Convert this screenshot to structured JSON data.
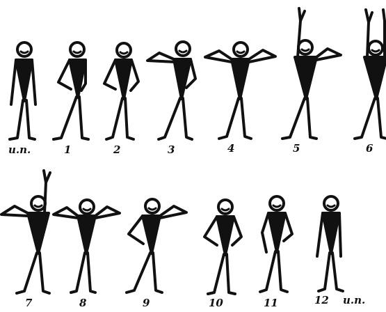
{
  "labels": {
    "start": "и.п.",
    "s1": "1",
    "s2": "2",
    "s3": "3",
    "s4": "4",
    "s5": "5",
    "s6": "6",
    "s7": "7",
    "s8": "8",
    "s9": "9",
    "s10": "10",
    "s11": "11",
    "s12": "12",
    "s12_suffix": "и.п."
  },
  "colors": {
    "ink": "#111111",
    "paper": "#ffffff"
  }
}
